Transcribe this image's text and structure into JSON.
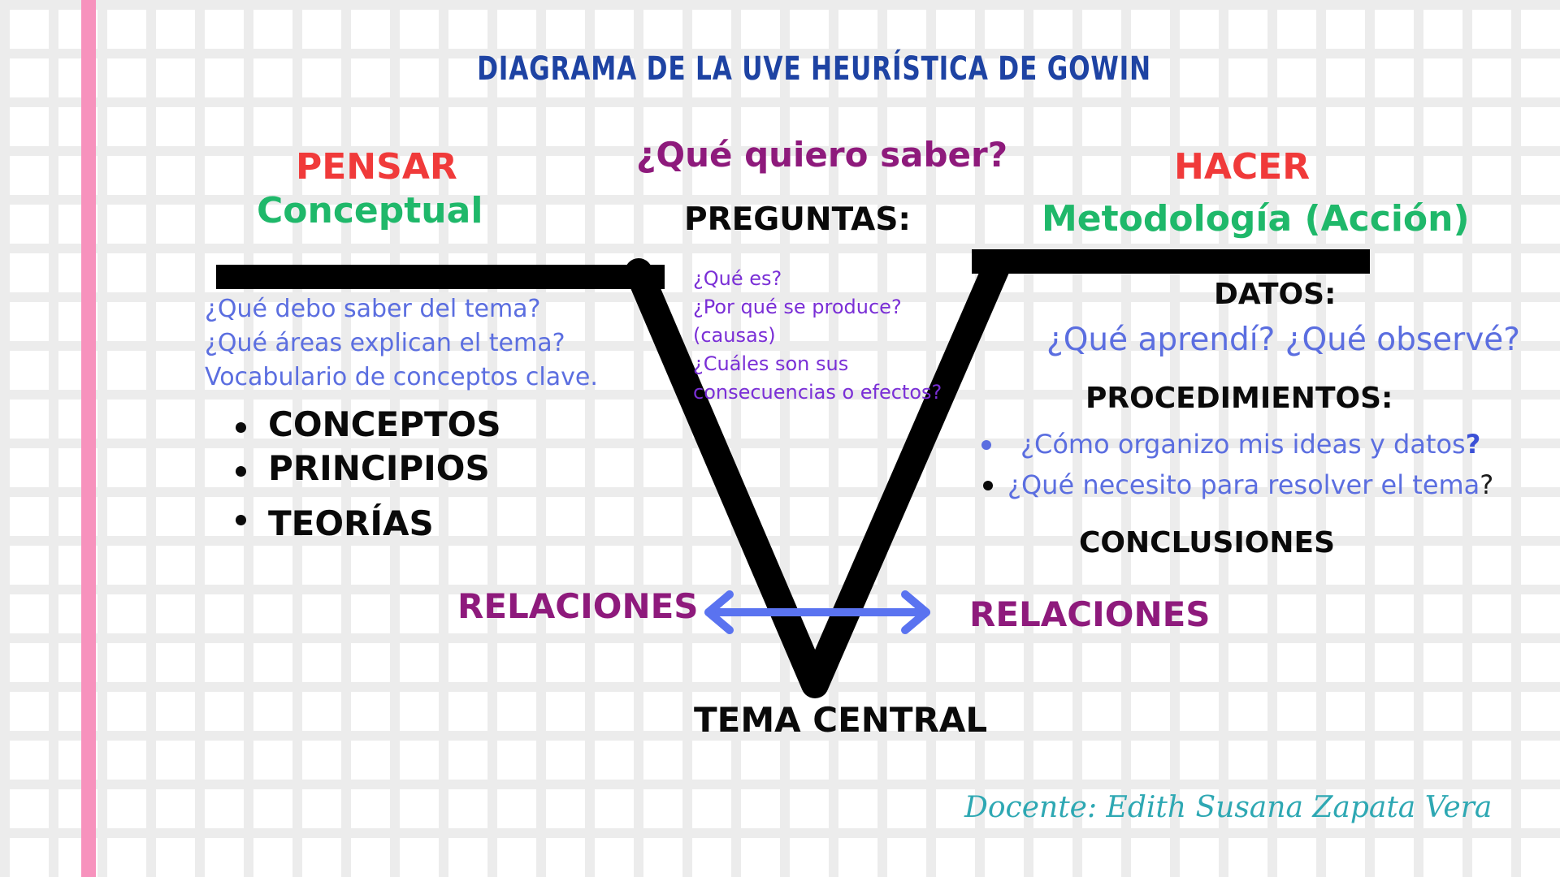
{
  "title": "DIAGRAMA DE LA UVE HEURÍSTICA DE GOWIN",
  "left": {
    "heading": "PENSAR",
    "subheading": "Conceptual",
    "questions": [
      "¿Qué debo saber del tema?",
      "¿Qué áreas explican el tema?",
      "Vocabulario de conceptos clave."
    ],
    "bullets": [
      "CONCEPTOS",
      "PRINCIPIOS",
      "TEORÍAS"
    ],
    "relations": "RELACIONES"
  },
  "center": {
    "question": "¿Qué quiero saber?",
    "heading": "PREGUNTAS:",
    "questions": [
      "¿Qué es?",
      "¿Por qué se produce?",
      "(causas)",
      "¿Cuáles son sus",
      "consecuencias o efectos?"
    ],
    "bottom": "TEMA CENTRAL"
  },
  "right": {
    "heading": "HACER",
    "subheading": "Metodología (Acción)",
    "data_heading": "DATOS:",
    "data_question": "¿Qué aprendí? ¿Qué observé?",
    "procedures_heading": "PROCEDIMIENTOS:",
    "procedures": [
      {
        "text": "¿Cómo organizo mis ideas y datos",
        "end": "?"
      },
      {
        "text": "¿Qué necesito para resolver el tema",
        "end": "?"
      }
    ],
    "conclusions": "CONCLUSIONES",
    "relations": "RELACIONES"
  },
  "signature": "Docente: Edith Susana Zapata Vera",
  "colors": {
    "pink_bar": "#f792bd",
    "title_blue": "#1e43a3",
    "red": "#f03a3a",
    "green": "#1fb86a",
    "purple": "#8e1a7c",
    "blue": "#5b6ee0",
    "violet": "#7a2fd6",
    "arrow": "#5a73f0",
    "teal": "#2ea8b3"
  }
}
